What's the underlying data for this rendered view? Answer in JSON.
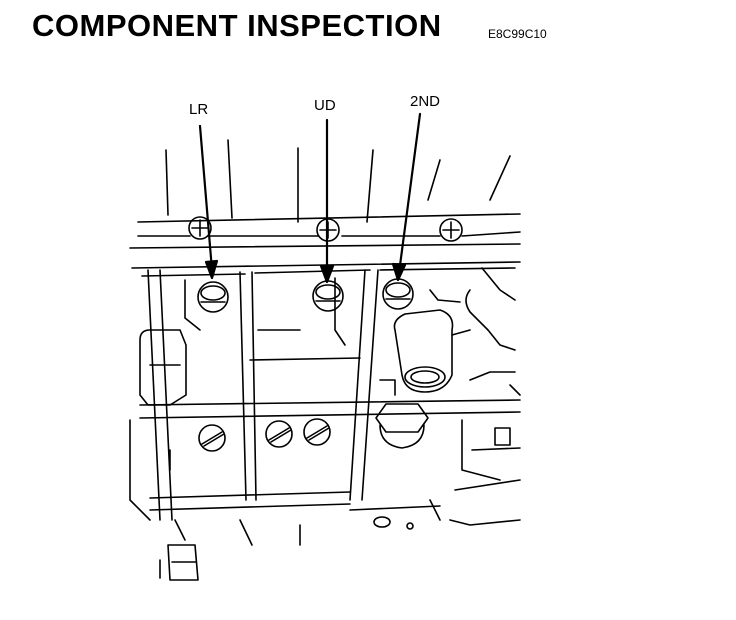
{
  "header": {
    "title": "COMPONENT INSPECTION",
    "code": "E8C99C10"
  },
  "callouts": {
    "lr": "LR",
    "ud": "UD",
    "second": "2ND"
  }
}
